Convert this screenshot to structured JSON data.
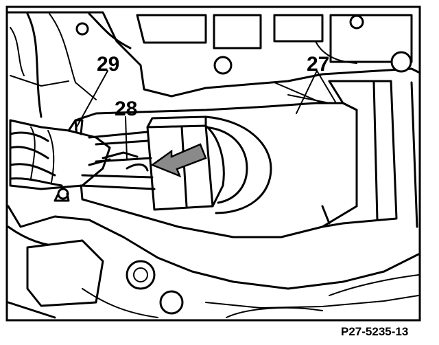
{
  "callouts": {
    "c27": "27",
    "c28": "28",
    "c29": "29"
  },
  "figure_id": "P27-5235-13"
}
